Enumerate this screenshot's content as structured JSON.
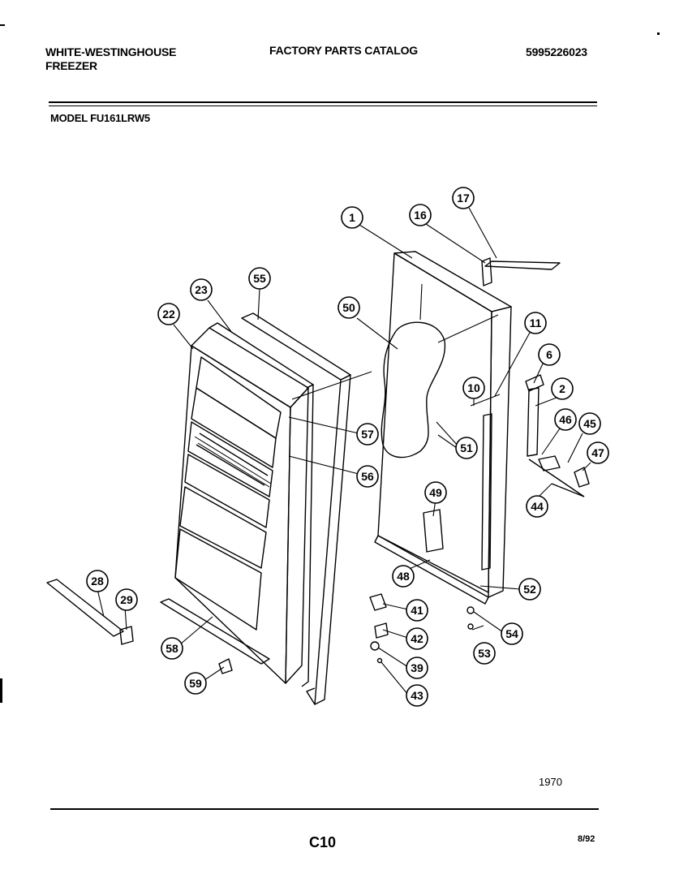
{
  "header": {
    "brand_line1": "WHITE-WESTINGHOUSE",
    "brand_line2": "FREEZER",
    "catalog_title": "FACTORY PARTS CATALOG",
    "catalog_number": "5995226023",
    "model_label": "MODEL FU161LRW5"
  },
  "callouts": [
    "1",
    "16",
    "17",
    "55",
    "23",
    "22",
    "50",
    "11",
    "6",
    "2",
    "10",
    "46",
    "45",
    "47",
    "57",
    "56",
    "51",
    "49",
    "44",
    "48",
    "52",
    "41",
    "42",
    "39",
    "43",
    "54",
    "53",
    "28",
    "29",
    "58",
    "59"
  ],
  "footer": {
    "figure_number": "1970",
    "page_code": "C10",
    "date": "8/92"
  }
}
